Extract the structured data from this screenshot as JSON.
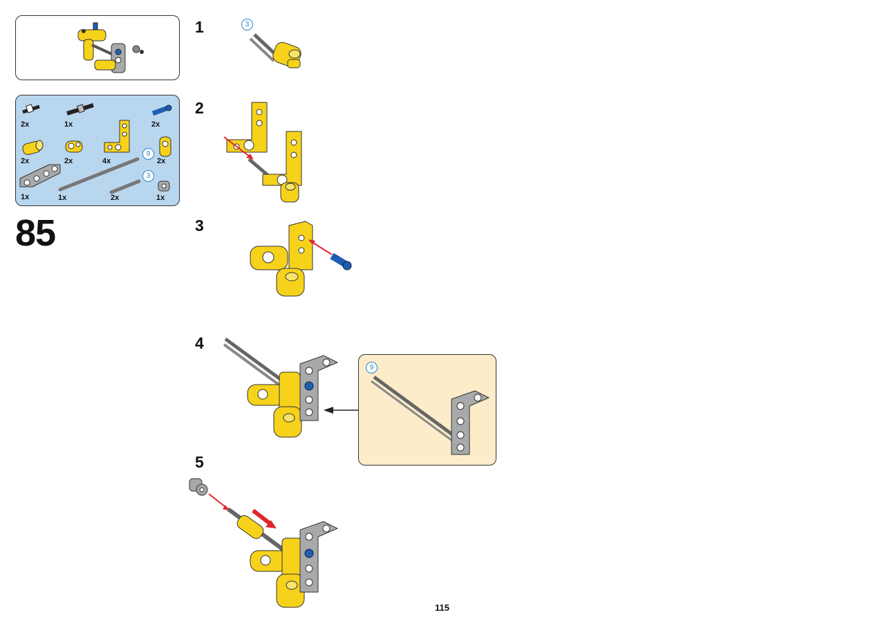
{
  "page": {
    "build_step_number": "85",
    "sheet_number": "115"
  },
  "parts_list": {
    "items": [
      {
        "qty": "2x",
        "icon": "bush-axle-icon"
      },
      {
        "qty": "1x",
        "icon": "long-pin-icon"
      },
      {
        "qty": "2x",
        "icon": "blue-pin-icon"
      },
      {
        "qty": "2x",
        "icon": "yellow-connector-icon"
      },
      {
        "qty": "2x",
        "icon": "cross-block-icon"
      },
      {
        "qty": "4x",
        "icon": "yellow-angle-beam-icon"
      },
      {
        "qty": "2x",
        "icon": "yellow-axle-connector-icon"
      },
      {
        "qty": "1x",
        "icon": "grey-l-beam-icon"
      },
      {
        "qty": "1x",
        "icon": "axle-9-icon",
        "length": "9"
      },
      {
        "qty": "2x",
        "icon": "axle-3-icon",
        "length": "3"
      },
      {
        "qty": "1x",
        "icon": "bush-icon"
      }
    ]
  },
  "steps": [
    {
      "number": "1",
      "callout": "3"
    },
    {
      "number": "2"
    },
    {
      "number": "3"
    },
    {
      "number": "4",
      "callout": "9"
    },
    {
      "number": "5"
    }
  ],
  "colors": {
    "yellow": "#f6d21b",
    "grey": "#a7a9ab",
    "blue": "#1e5fb4",
    "arrow_red": "#e0262b",
    "parts_bg": "#b9d6ef",
    "subassembly_bg": "#fdecc9"
  }
}
